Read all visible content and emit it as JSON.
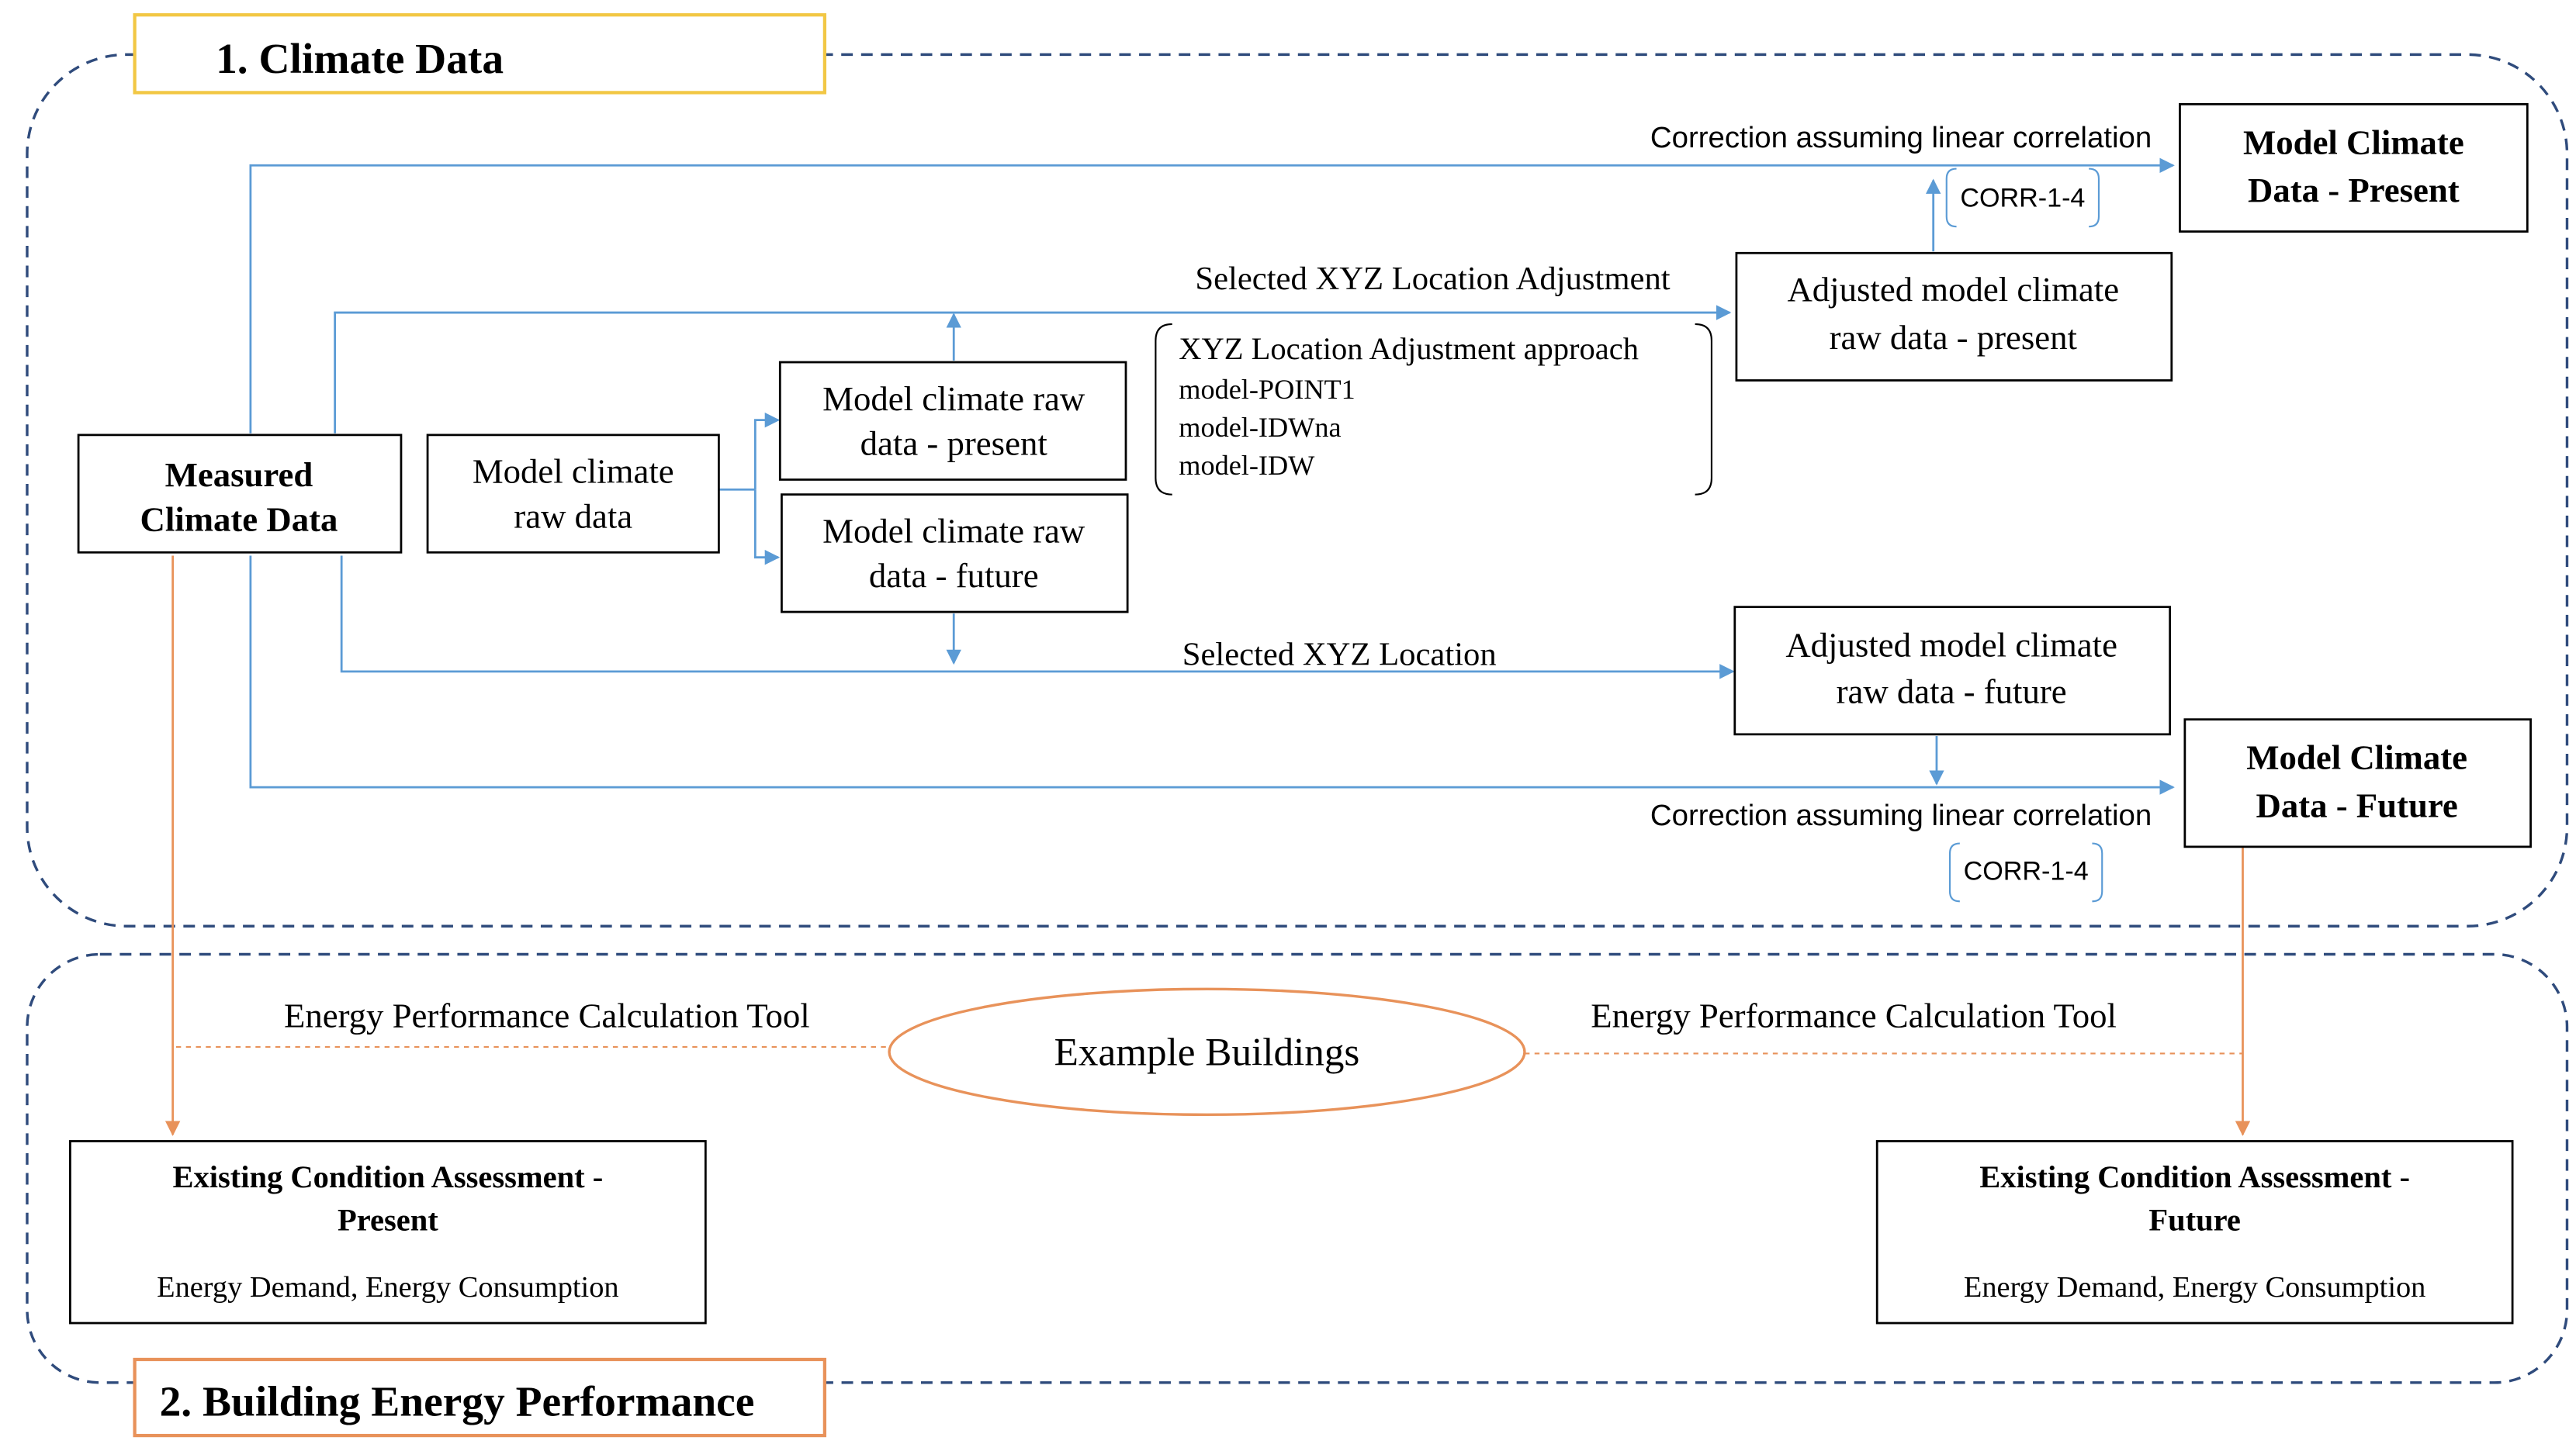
{
  "sections": {
    "climate": {
      "label": "1.  Climate Data",
      "accent": "#f2c744"
    },
    "building": {
      "label": "2. Building Energy Performance",
      "accent": "#e8925a"
    }
  },
  "boxes": {
    "measured": {
      "line1": "Measured",
      "line2": "Climate Data"
    },
    "model_raw": {
      "line1": "Model climate",
      "line2": "raw data"
    },
    "raw_present": {
      "line1": "Model climate raw",
      "line2": "data - present"
    },
    "raw_future": {
      "line1": "Model climate raw",
      "line2": "data - future"
    },
    "adj_present": {
      "line1": "Adjusted model climate",
      "line2": "raw data - present"
    },
    "adj_future": {
      "line1": "Adjusted model climate",
      "line2": "raw data - future"
    },
    "model_present": {
      "line1": "Model Climate",
      "line2": "Data - Present"
    },
    "model_future": {
      "line1": "Model Climate",
      "line2": "Data - Future"
    },
    "eca_present": {
      "title1": "Existing Condition Assessment -",
      "title2": "Present",
      "sub": "Energy Demand, Energy Consumption"
    },
    "eca_future": {
      "title1": "Existing Condition Assessment -",
      "title2": "Future",
      "sub": "Energy Demand, Energy Consumption"
    }
  },
  "labels": {
    "corr_top": "Correction assuming linear correlation",
    "corr_bottom": "Correction assuming linear correlation",
    "corr_tag_top": "CORR-1-4",
    "corr_tag_bottom": "CORR-1-4",
    "sel_adj": "Selected XYZ Location Adjustment",
    "sel_loc": "Selected XYZ Location",
    "approach_title": "XYZ Location Adjustment approach",
    "approach_items": [
      "model-POINT1",
      "model-IDWna",
      "model-IDW"
    ],
    "tool_left": "Energy Performance Calculation Tool",
    "tool_right": "Energy Performance Calculation Tool",
    "example": "Example Buildings"
  },
  "colors": {
    "blue": "#5b9bd5",
    "orange": "#e8925a",
    "dash": "#2f4b7c",
    "yellow": "#f2c744"
  }
}
